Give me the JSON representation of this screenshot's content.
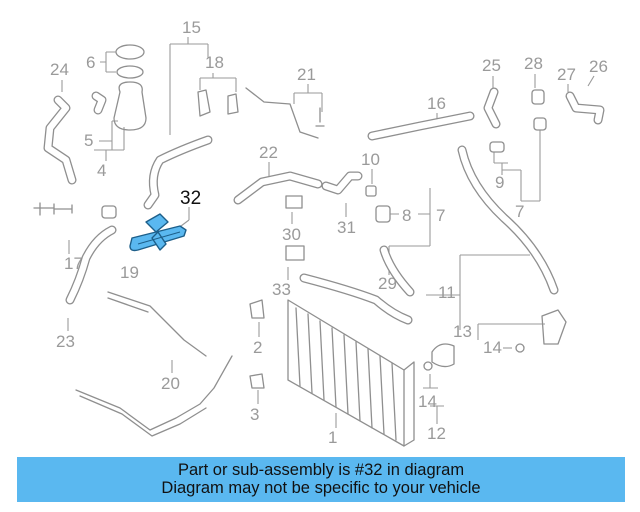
{
  "diagram": {
    "highlight_color": "#5ab8f0",
    "highlighted_part": "32",
    "callouts": [
      "1",
      "2",
      "3",
      "4",
      "5",
      "6",
      "7",
      "7",
      "8",
      "9",
      "10",
      "11",
      "12",
      "13",
      "14",
      "14",
      "15",
      "16",
      "17",
      "18",
      "19",
      "20",
      "21",
      "22",
      "23",
      "24",
      "25",
      "26",
      "27",
      "28",
      "29",
      "30",
      "31",
      "32",
      "33"
    ]
  },
  "caption": {
    "line1": "Part or sub-assembly is #32 in diagram",
    "line2": "Diagram may not be specific to your vehicle",
    "background": "#5ab8f0"
  }
}
